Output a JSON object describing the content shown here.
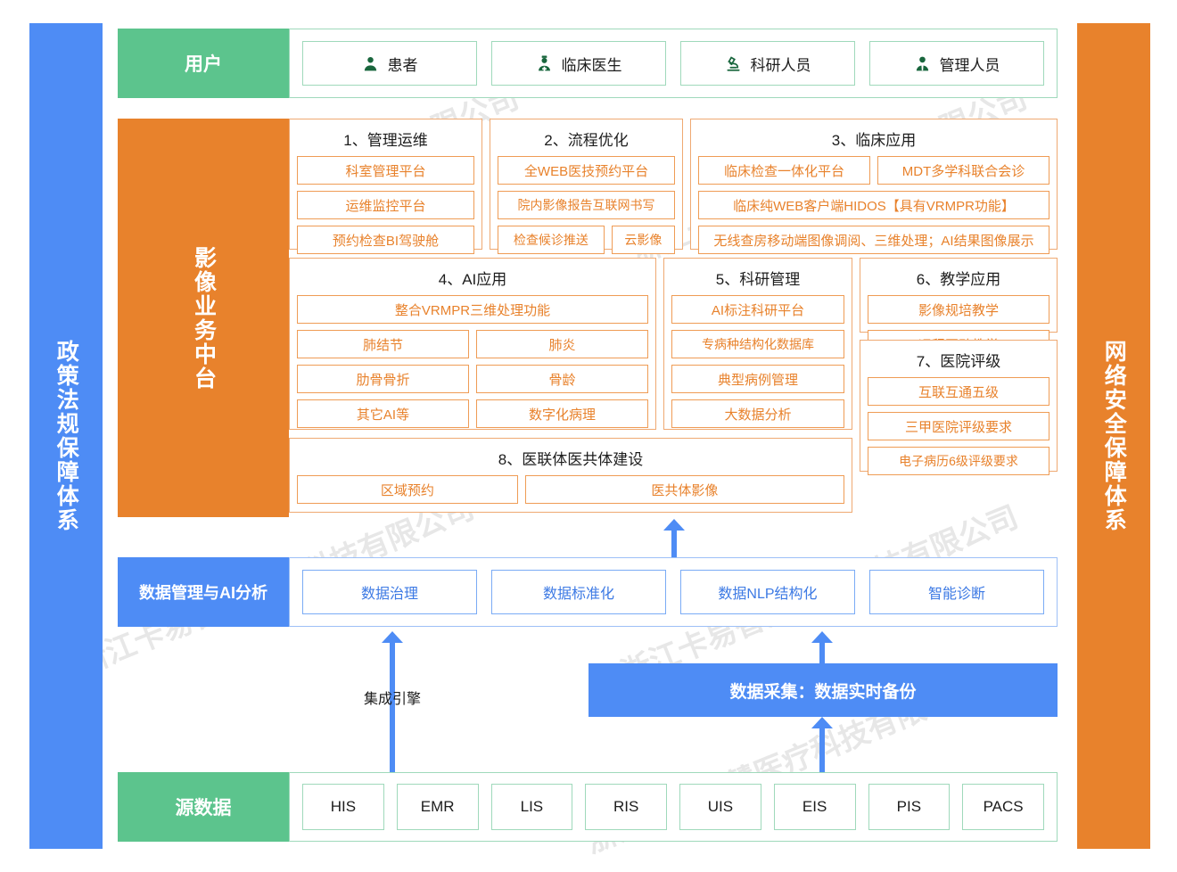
{
  "sides": {
    "left_label": "政策法规保障体系",
    "right_label": "网络安全保障体系",
    "left_color": "#4e8cf5",
    "right_color": "#e8822c"
  },
  "user_row": {
    "label": "用户",
    "color": "#5cc48d",
    "items": [
      {
        "icon": "patient-icon",
        "label": "患者"
      },
      {
        "icon": "doctor-icon",
        "label": "临床医生"
      },
      {
        "icon": "microscope-icon",
        "label": "科研人员"
      },
      {
        "icon": "manager-icon",
        "label": "管理人员"
      }
    ]
  },
  "mid_row": {
    "label": "影像业务中台",
    "color": "#e8822c",
    "groups": [
      {
        "title": "1、管理运维",
        "rows": [
          [
            "科室管理平台"
          ],
          [
            "运维监控平台"
          ],
          [
            "预约检查BI驾驶舱"
          ]
        ]
      },
      {
        "title": "2、流程优化",
        "rows": [
          [
            "全WEB医技预约平台"
          ],
          [
            "院内影像报告互联网书写"
          ],
          [
            "检查候诊推送",
            "云影像"
          ]
        ]
      },
      {
        "title": "3、临床应用",
        "rows": [
          [
            "临床检查一体化平台",
            "MDT多学科联合会诊"
          ],
          [
            "临床纯WEB客户端HIDOS【具有VRMPR功能】"
          ],
          [
            "无线查房移动端图像调阅、三维处理；AI结果图像展示"
          ]
        ]
      },
      {
        "title": "4、AI应用",
        "rows": [
          [
            "整合VRMPR三维处理功能"
          ],
          [
            "肺结节",
            "肺炎"
          ],
          [
            "肋骨骨折",
            "骨龄"
          ],
          [
            "其它AI等",
            "数字化病理"
          ]
        ]
      },
      {
        "title": "5、科研管理",
        "rows": [
          [
            "AI标注科研平台"
          ],
          [
            "专病种结构化数据库"
          ],
          [
            "典型病例管理"
          ],
          [
            "大数据分析"
          ]
        ]
      },
      {
        "title": "6、教学应用",
        "rows": [
          [
            "影像规培教学"
          ],
          [
            "远程互动教学"
          ]
        ]
      },
      {
        "title": "7、医院评级",
        "rows": [
          [
            "互联互通五级"
          ],
          [
            "三甲医院评级要求"
          ],
          [
            "电子病历6级评级要求"
          ]
        ]
      },
      {
        "title": "8、医联体医共体建设",
        "rows": [
          [
            "区域预约",
            "医共体影像"
          ]
        ]
      }
    ]
  },
  "data_row": {
    "label": "数据管理与AI分析",
    "color": "#4e8cf5",
    "items": [
      "数据治理",
      "数据标准化",
      "数据NLP结构化",
      "智能诊断"
    ]
  },
  "collect": {
    "label": "数据采集：数据实时备份",
    "color": "#4e8cf5"
  },
  "engine": {
    "label": "集成引擎"
  },
  "source_row": {
    "label": "源数据",
    "color": "#5cc48d",
    "items": [
      "HIS",
      "EMR",
      "LIS",
      "RIS",
      "UIS",
      "EIS",
      "PIS",
      "PACS"
    ]
  },
  "watermark": {
    "text": "浙江卡易智慧医疗科技有限公司"
  }
}
